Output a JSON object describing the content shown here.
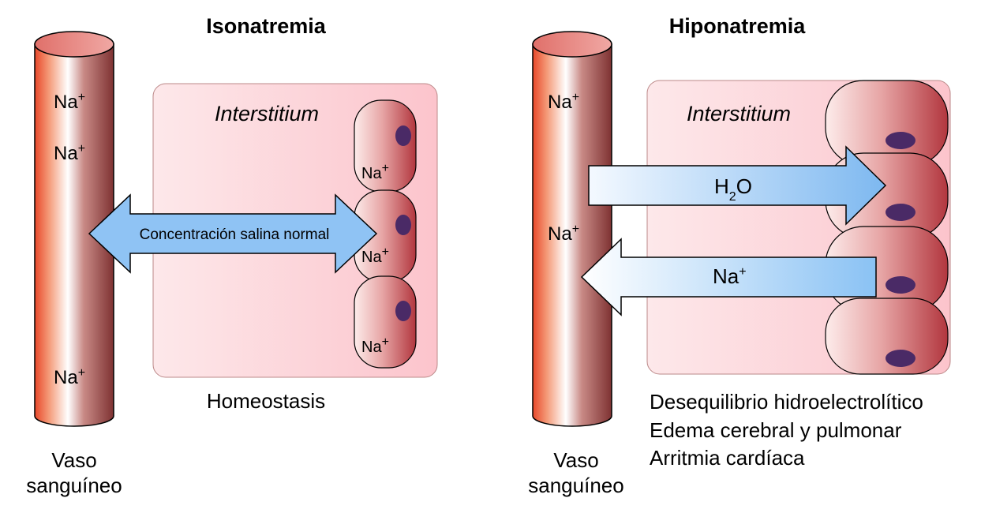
{
  "panels": {
    "left": {
      "title": "Isonatremia",
      "interstitium_label": "Interstitium",
      "vessel_labels": [
        "Na",
        "Na",
        "Na"
      ],
      "cell_labels": [
        "Na",
        "Na",
        "Na"
      ],
      "ion_charge": "+",
      "arrow_label": "Concentración salina normal",
      "caption": "Homeostasis",
      "vessel_caption_line1": "Vaso",
      "vessel_caption_line2": "sanguíneo"
    },
    "right": {
      "title": "Hiponatremia",
      "interstitium_label": "Interstitium",
      "vessel_labels": [
        "Na",
        "Na"
      ],
      "ion_charge": "+",
      "water_arrow_label_main": "H",
      "water_arrow_label_sub": "2",
      "water_arrow_label_end": "O",
      "sodium_arrow_label": "Na",
      "caption_lines": [
        "Desequilibrio hidroelectrolítico",
        "Edema cerebral y pulmonar",
        "Arritmia cardíaca"
      ],
      "vessel_caption_line1": "Vaso",
      "vessel_caption_line2": "sanguíneo"
    }
  },
  "colors": {
    "vessel_red": "#e84a2c",
    "vessel_dark": "#8a3a3a",
    "interstitium_pink": "#fbd3d8",
    "cell_dark": "#b03a40",
    "nucleus": "#4a2a66",
    "arrow_blue": "#86c0f2"
  }
}
